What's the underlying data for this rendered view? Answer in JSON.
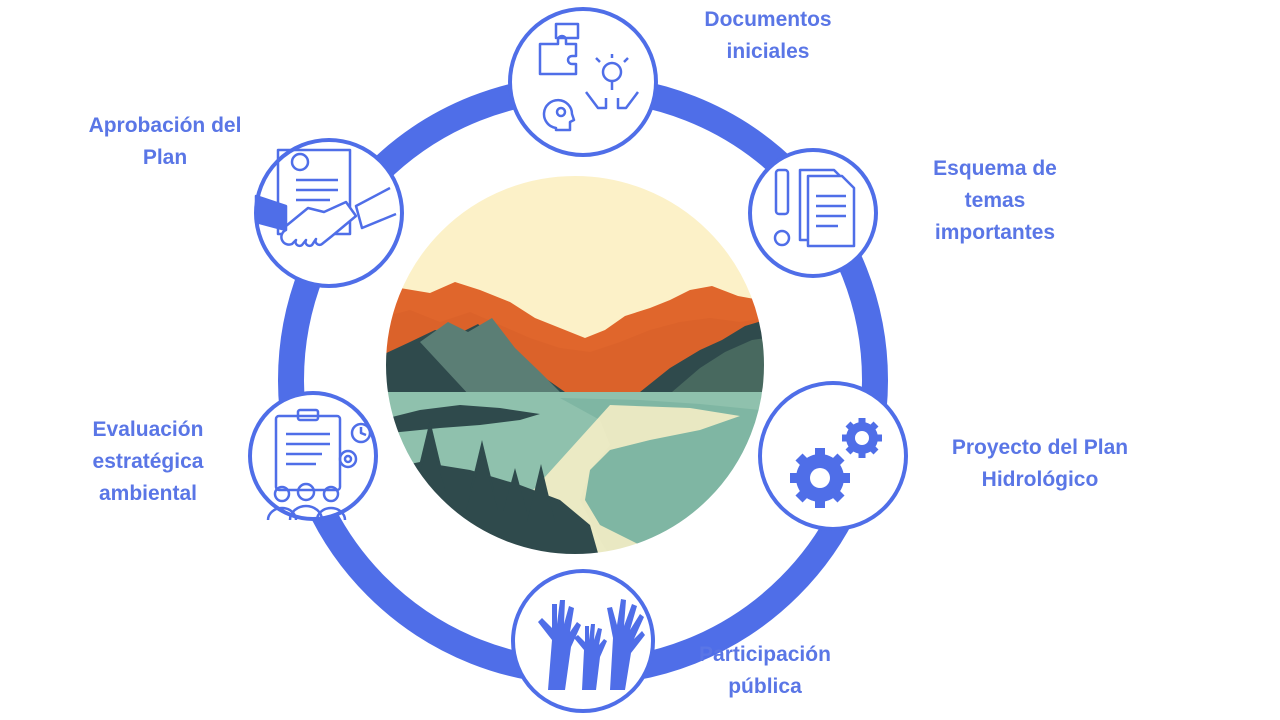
{
  "colors": {
    "accent": "#4f6ee8",
    "label": "#5a76e6",
    "sky": "#fcf1c8",
    "mountain_orange": "#e0662c",
    "mountain_dark": "#2f4a4c",
    "water": "#7fb6a3"
  },
  "stages": [
    {
      "id": "documentos",
      "lines": [
        "Documentos",
        "iniciales"
      ],
      "icon": "puzzle-ideas-icon"
    },
    {
      "id": "esquema",
      "lines": [
        "Esquema de",
        "temas",
        "importantes"
      ],
      "icon": "documents-exclamation-icon"
    },
    {
      "id": "proyecto",
      "lines": [
        "Proyecto del Plan",
        "Hidrológico"
      ],
      "icon": "gears-icon"
    },
    {
      "id": "participacion",
      "lines": [
        "Participación",
        "pública"
      ],
      "icon": "raised-hands-icon"
    },
    {
      "id": "evaluacion",
      "lines": [
        "Evaluación",
        "estratégica",
        "ambiental"
      ],
      "icon": "clipboard-team-icon"
    },
    {
      "id": "aprobacion",
      "lines": [
        "Aprobación del",
        "Plan"
      ],
      "icon": "handshake-contract-icon"
    }
  ],
  "center_image": "mountain-lake-illustration"
}
